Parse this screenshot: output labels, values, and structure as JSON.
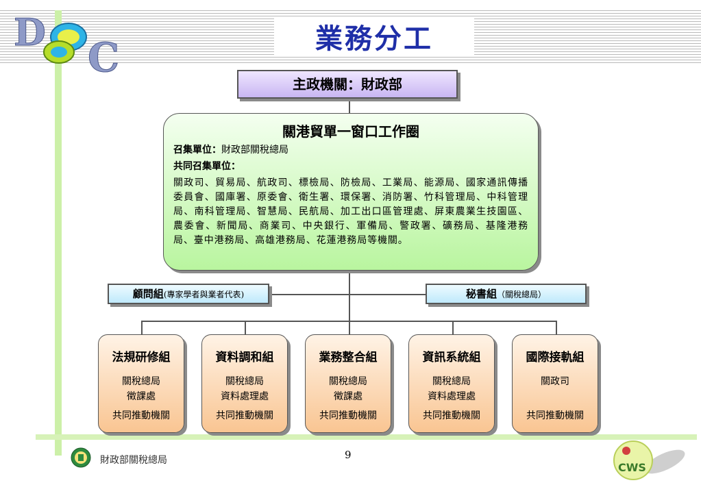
{
  "title": "業務分工",
  "top": {
    "label": "主政機關：財政部"
  },
  "window_group": {
    "title": "關港貿單一窗口工作圈",
    "convener_label": "召集單位：",
    "convener": "財政部關稅總局",
    "co_convener_label": "共同召集單位：",
    "members": "關政司、貿易局、航政司、標檢局、防檢局、工業局、能源局、國家通訊傳播委員會、國庫署、原委會、衛生署、環保署、消防署、竹科管理局、中科管理局、南科管理局、智慧局、民航局、加工出口區管理處、屏東農業生技園區、農委會、新聞局、商業司、中央銀行、軍備局、警政署、礦務局、基隆港務局、臺中港務局、高雄港務局、花蓮港務局等機關。"
  },
  "adviser": {
    "label": "顧問組",
    "note": "(專家學者與業者代表)"
  },
  "secretary": {
    "label": "秘書組",
    "note": "（關稅總局）"
  },
  "teams": [
    {
      "name": "法規研修組",
      "org1": "關稅總局",
      "org2": "徵課處",
      "foot": "共同推動機關"
    },
    {
      "name": "資料調和組",
      "org1": "關稅總局",
      "org2": "資料處理處",
      "foot": "共同推動機關"
    },
    {
      "name": "業務整合組",
      "org1": "關稅總局",
      "org2": "徵課處",
      "foot": "共同推動機關"
    },
    {
      "name": "資訊系統組",
      "org1": "關稅總局",
      "org2": "資料處理處",
      "foot": "共同推動機關"
    },
    {
      "name": "國際接軌組",
      "org1": "關政司",
      "org2": "",
      "foot": "共同推動機關"
    }
  ],
  "footer": {
    "org": "財政部關稅總局",
    "page": "9"
  },
  "colors": {
    "title": "#1f2fa8",
    "purple_box": "#c8b6f2",
    "green_box": "#b9f59f",
    "blue_box": "#bfe9fb",
    "orange_box": "#f9c592"
  }
}
